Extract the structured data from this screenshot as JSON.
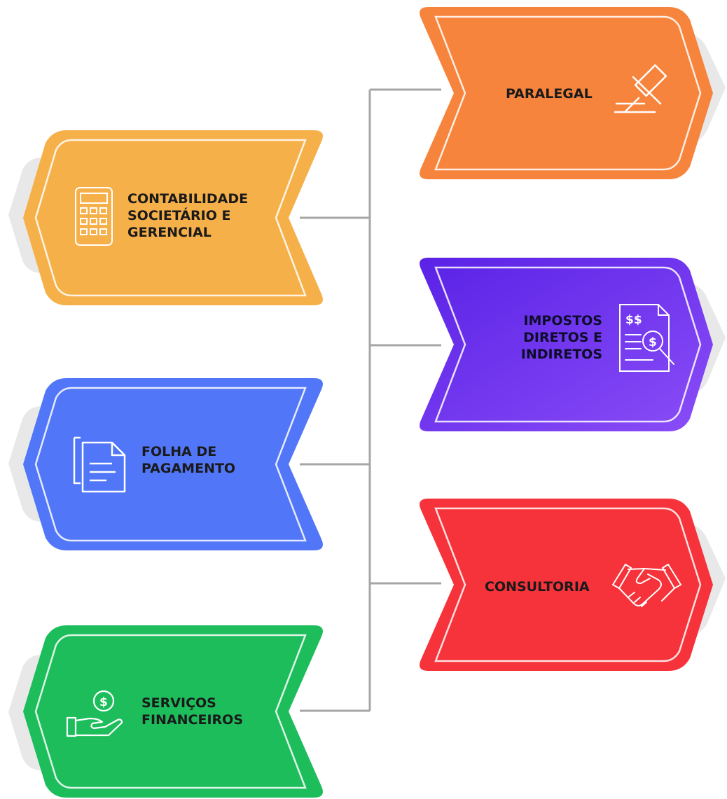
{
  "colors": {
    "connector": "#a6a6a6",
    "shadow": "#e6e6e6",
    "paralegal": "#f7843d",
    "contabilidade": "#f6b04a",
    "impostos_start": "#5a22e6",
    "impostos_end": "#8a4df7",
    "folha": "#5176f7",
    "consultoria": "#f6323a",
    "servicos": "#1dbd5c",
    "inner_border": "#ffffff"
  },
  "cards": {
    "paralegal": {
      "lines": [
        "PARALEGAL"
      ],
      "icon": "gavel-icon"
    },
    "contabilidade": {
      "lines": [
        "CONTABILIDADE",
        "SOCIETÁRIO E",
        "GERENCIAL"
      ],
      "icon": "calculator-icon"
    },
    "impostos": {
      "lines": [
        "IMPOSTOS",
        "DIRETOS E",
        "INDIRETOS"
      ],
      "icon": "tax-document-icon"
    },
    "folha": {
      "lines": [
        "FOLHA DE",
        "PAGAMENTO"
      ],
      "icon": "documents-icon"
    },
    "consultoria": {
      "lines": [
        "CONSULTORIA"
      ],
      "icon": "handshake-icon"
    },
    "servicos": {
      "lines": [
        "SERVIÇOS",
        "FINANCEIROS"
      ],
      "icon": "money-hand-icon"
    }
  }
}
